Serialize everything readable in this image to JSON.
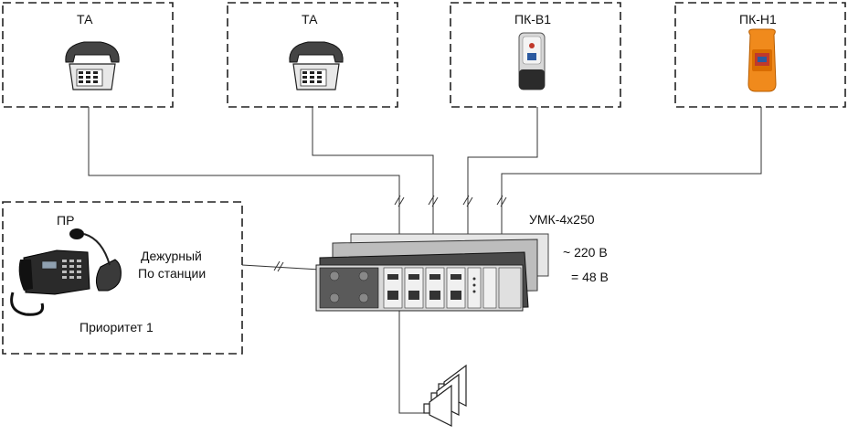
{
  "devices": {
    "ta1": {
      "label": "ТА"
    },
    "ta2": {
      "label": "ТА"
    },
    "pkv1": {
      "label": "ПК-В1"
    },
    "pkn1": {
      "label": "ПК-Н1"
    }
  },
  "operator_panel": {
    "label": "ПР",
    "role_line1": "Дежурный",
    "role_line2": "По станции",
    "priority": "Приоритет 1"
  },
  "amplifier": {
    "label": "УМК-4х250",
    "power_ac": "~ 220 В",
    "power_dc": "= 48 В"
  },
  "colors": {
    "line": "#333333",
    "dashed_border": "#222222",
    "pkv1_accent": "#c0392b",
    "pkn1_body": "#f08a1c"
  }
}
